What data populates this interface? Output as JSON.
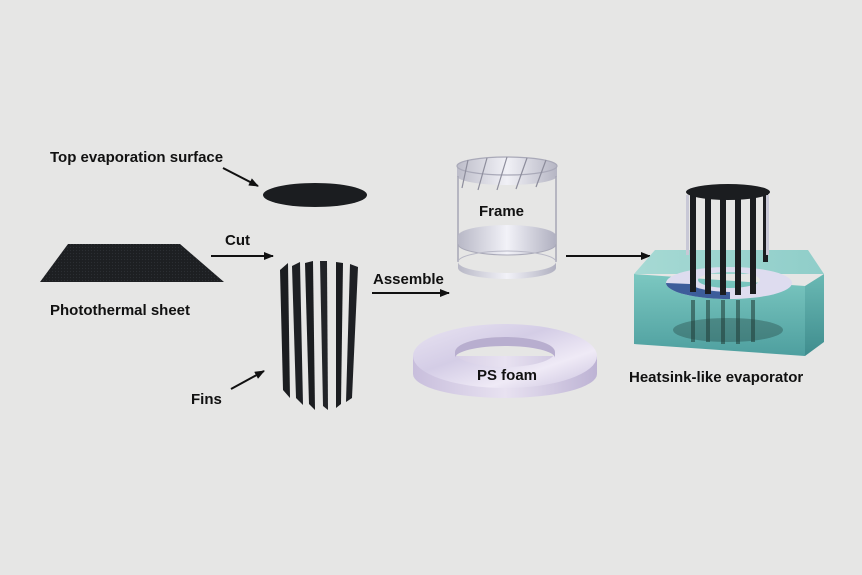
{
  "labels": {
    "top_surface": "Top evaporation surface",
    "cut": "Cut",
    "sheet": "Photothermal sheet",
    "fins": "Fins",
    "assemble": "Assemble",
    "frame": "Frame",
    "foam": "PS foam",
    "evaporator": "Heatsink-like evaporator"
  },
  "colors": {
    "background": "#e6e6e5",
    "photothermal": "#1b1d20",
    "frame": "#c9c9d4",
    "foam": "#dcd6ea",
    "water": "#5fb3b0"
  },
  "icons": [
    "arrow-icon"
  ]
}
